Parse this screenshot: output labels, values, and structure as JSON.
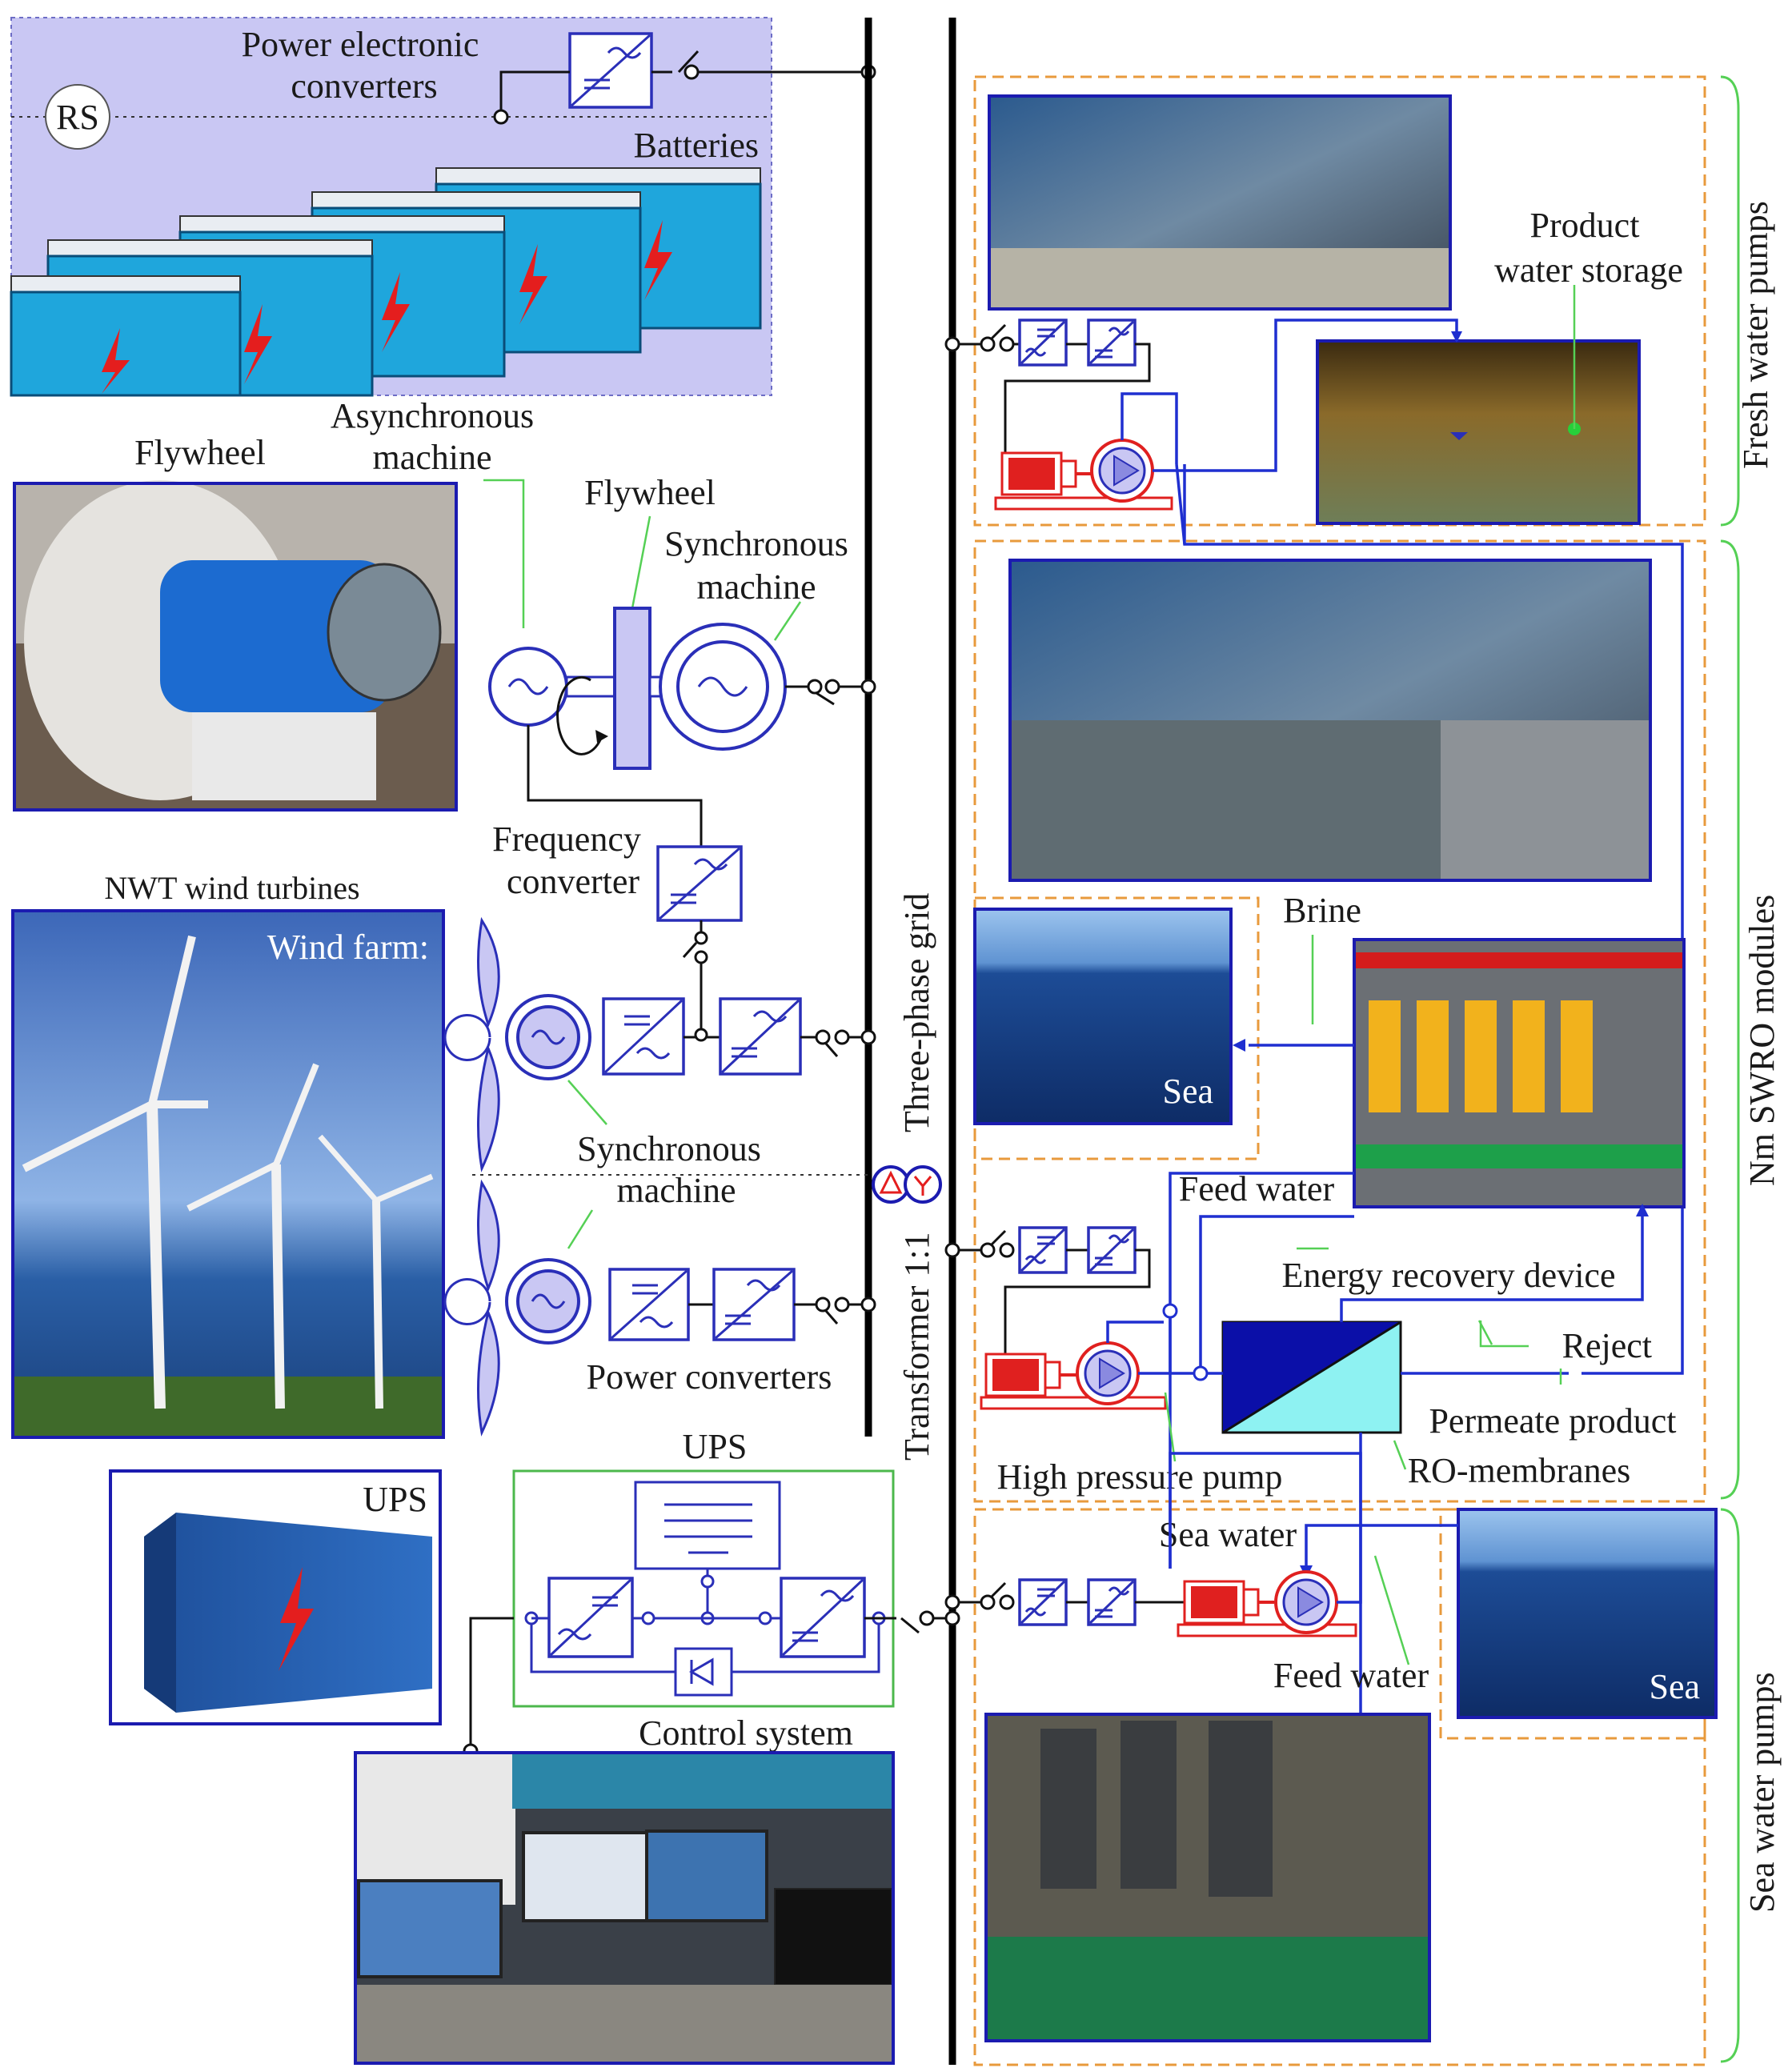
{
  "labels": {
    "power_electronic": "Power electronic",
    "converters": "converters",
    "rs": "RS",
    "batteries": "Batteries",
    "flywheel_photo": "Flywheel",
    "asynchronous": "Asynchronous",
    "asynchronous_machine": "machine",
    "flywheel_sym": "Flywheel",
    "synchronous": "Synchronous",
    "synchronous_machine": "machine",
    "frequency": "Frequency",
    "frequency_converter": "converter",
    "nwt_wind_turbines": "NWT wind turbines",
    "wind_farm": "Wind farm:",
    "synchronous_2": "Synchronous",
    "synchronous_machine_2": "machine",
    "power_converters": "Power converters",
    "three_phase_grid": "Three-phase grid",
    "transformer": "Transformer  1:1",
    "ups_top": "UPS",
    "ups_photo": "UPS",
    "control_system": "Control system",
    "product": "Product",
    "water_storage": "water storage",
    "fresh_water_pumps": "Fresh water pumps",
    "nm_swro_modules": "Nm SWRO modules",
    "sea_water_pumps": "Sea water  pumps",
    "brine": "Brine",
    "sea_1": "Sea",
    "feed_water_1": "Feed water",
    "energy_recovery_device": "Energy  recovery  device",
    "reject": "Reject",
    "permeate_product": "Permeate product",
    "ro_membranes": "RO-membranes",
    "high_pressure_pump": "High pressure  pump",
    "sea_water": "Sea water",
    "feed_water_2": "Feed water",
    "sea_2": "Sea"
  },
  "colors": {
    "battery_box": "#c9c7f3",
    "battery_blue": "#1fa6dc",
    "converter_blue": "#2a2fb8",
    "pipe_blue": "#1f2fd0",
    "motor_red": "#e0201f",
    "green_leader": "#55d055",
    "orange_dash": "#e89a3c",
    "ups_frame": "#4cb84c"
  },
  "icons": {
    "bolt": "lightning-bolt-icon",
    "converter": "converter-icon",
    "switch": "switch-icon",
    "pump": "pump-icon",
    "motor": "motor-icon",
    "generator": "generator-icon",
    "transformer": "transformer-icon",
    "membrane": "ro-membrane-icon"
  }
}
